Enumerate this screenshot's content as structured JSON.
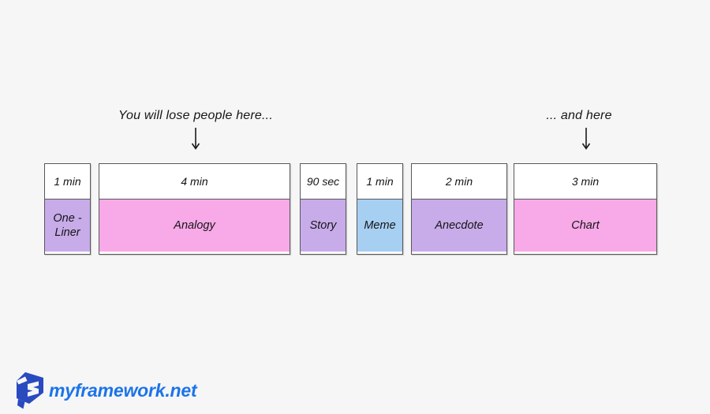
{
  "background_color": "#f6f6f6",
  "annotations": {
    "lose_people": {
      "text": "You will lose people here...",
      "arrow_icon": "down-arrow"
    },
    "and_here": {
      "text": "... and here",
      "arrow_icon": "down-arrow"
    }
  },
  "timeline": {
    "header_background": "#ffffff",
    "border_color": "#58585a",
    "text_color": "#151515",
    "segments": [
      {
        "duration": "1 min",
        "label": "One - Liner",
        "color": "#c8abe9"
      },
      {
        "duration": "4 min",
        "label": "Analogy",
        "color": "#f8a9e8"
      },
      {
        "duration": "90 sec",
        "label": "Story",
        "color": "#c8abe9"
      },
      {
        "duration": "1 min",
        "label": "Meme",
        "color": "#a6cff2"
      },
      {
        "duration": "2 min",
        "label": "Anecdote",
        "color": "#c8abe9"
      },
      {
        "duration": "3 min",
        "label": "Chart",
        "color": "#f8a9e8"
      }
    ]
  },
  "footer": {
    "brand": "myframework.net",
    "brand_color": "#1b74e8",
    "logo_icon": "cube-logo",
    "logo_color": "#2a4abf"
  }
}
